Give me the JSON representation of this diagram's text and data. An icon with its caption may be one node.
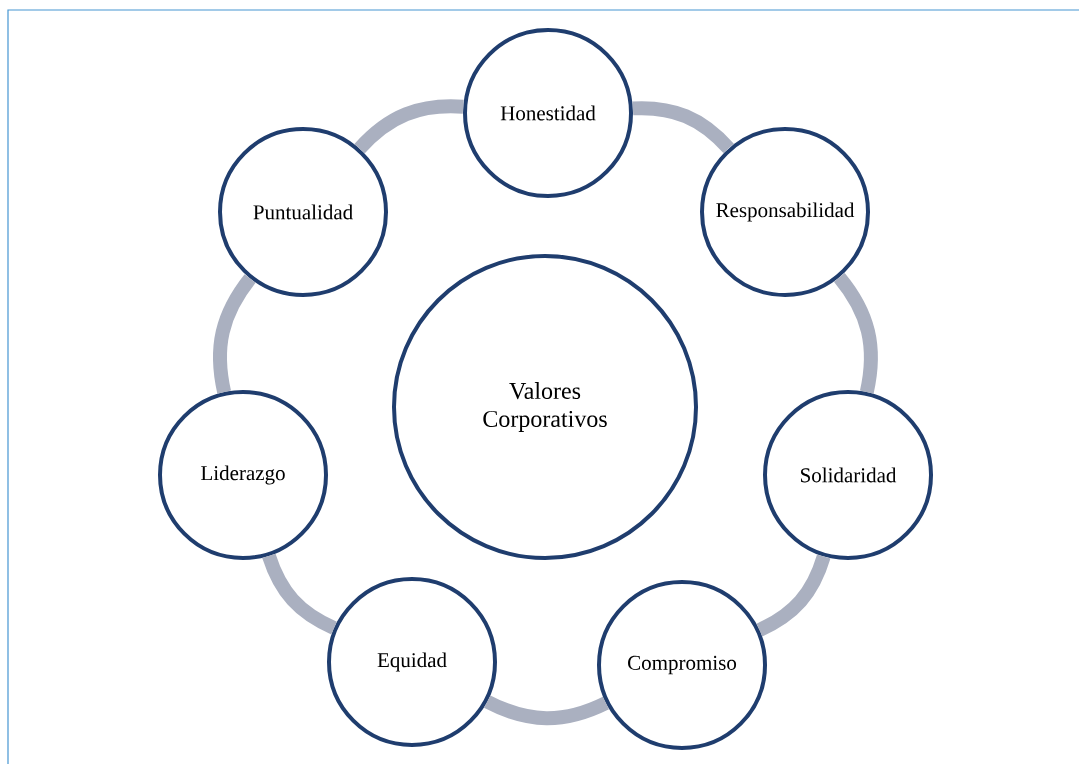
{
  "diagram": {
    "nodes": [
      {
        "text": [
          "Valores Corporativos"
        ]
      },
      {
        "text": [
          "Honestidad"
        ]
      },
      {
        "text": [
          "Responsabilidad"
        ]
      },
      {
        "text": [
          "Solidaridad"
        ]
      },
      {
        "text": [
          "Compromiso"
        ]
      },
      {
        "text": [
          "Equidad"
        ]
      },
      {
        "text": [
          "Liderazgo"
        ]
      },
      {
        "text": [
          "Puntualidad"
        ]
      }
    ],
    "edges": [
      {
        "from": 1,
        "to": 2,
        "arrow": "none"
      },
      {
        "from": 2,
        "to": 3,
        "arrow": "none"
      },
      {
        "from": 3,
        "to": 4,
        "arrow": "none"
      },
      {
        "from": 4,
        "to": 5,
        "arrow": "none"
      },
      {
        "from": 5,
        "to": 6,
        "arrow": "none"
      },
      {
        "from": 6,
        "to": 7,
        "arrow": "none"
      },
      {
        "from": 7,
        "to": 1,
        "arrow": "none"
      }
    ]
  }
}
